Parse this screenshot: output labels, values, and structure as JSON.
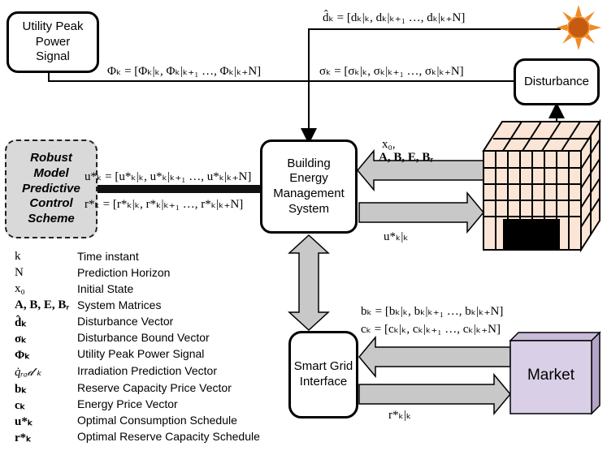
{
  "boxes": {
    "utility": "Utility Peak\nPower\nSignal",
    "disturbance": "Disturbance",
    "bems": "Building\nEnergy\nManagement\nSystem",
    "sgi": "Smart Grid\nInterface",
    "market": "Market",
    "rmpc": "Robust\nModel\nPredictive\nControl\nScheme"
  },
  "signals": {
    "d_hat": "d̂ₖ = [dₖ|ₖ, dₖ|ₖ₊₁ …, dₖ|ₖ₊N]",
    "phi": "Φₖ = [Φₖ|ₖ, Φₖ|ₖ₊₁ …, Φₖ|ₖ₊N]",
    "sigma": "σₖ = [σₖ|ₖ, σₖ|ₖ₊₁ …, σₖ|ₖ₊N]",
    "u_star": "u*ₖ = [u*ₖ|ₖ, u*ₖ|ₖ₊₁ …, u*ₖ|ₖ₊N]",
    "r_star": "r*ₖ = [r*ₖ|ₖ, r*ₖ|ₖ₊₁ …, r*ₖ|ₖ₊N]",
    "x0": "x₀,",
    "matrices": "A, B, E, Bᵣ",
    "u_kk": "u*ₖ|ₖ",
    "b": "bₖ = [bₖ|ₖ, bₖ|ₖ₊₁ …, bₖ|ₖ₊N]",
    "c": "cₖ = [cₖ|ₖ, cₖ|ₖ₊₁ …, cₖ|ₖ₊N]",
    "r_kk": "r*ₖ|ₖ"
  },
  "legend": [
    {
      "symbol": "k",
      "definition": "Time instant"
    },
    {
      "symbol": "N",
      "definition": "Prediction Horizon"
    },
    {
      "symbol": "x₀",
      "definition": "Initial State"
    },
    {
      "symbol": "A, B, E, Bᵣ",
      "definition": "System Matrices"
    },
    {
      "symbol": "d̂ₖ",
      "definition": "Disturbance Vector"
    },
    {
      "symbol": "σₖ",
      "definition": "Disturbance Bound Vector"
    },
    {
      "symbol": "Φₖ",
      "definition": "Utility Peak Power Signal"
    },
    {
      "symbol": "q̇ᵣₐ𝒹 ₖ",
      "definition": "Irradiation Prediction Vector"
    },
    {
      "symbol": "bₖ",
      "definition": "Reserve Capacity Price Vector"
    },
    {
      "symbol": "cₖ",
      "definition": "Energy Price Vector"
    },
    {
      "symbol": "u*ₖ",
      "definition": "Optimal Consumption Schedule"
    },
    {
      "symbol": "r*ₖ",
      "definition": "Optimal Reserve Capacity Schedule"
    }
  ],
  "colors": {
    "arrow_fill": "#c8c8c8",
    "building_front": "#fbe5d6",
    "building_side": "#fbe5d6",
    "market_fill": "#d9cfe6",
    "sun": "#f08a24",
    "rmpc_fill": "#d9d9d9"
  }
}
